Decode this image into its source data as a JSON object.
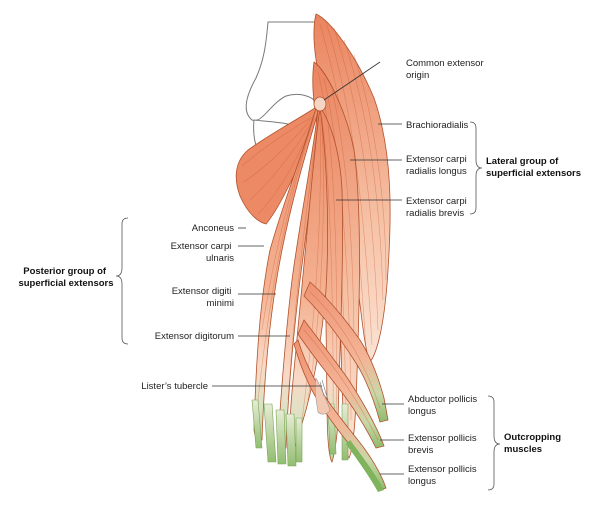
{
  "labels": {
    "common_extensor_origin": [
      "Common extensor",
      "origin"
    ],
    "brachioradialis": [
      "Brachioradialis"
    ],
    "ecr_longus": [
      "Extensor carpi",
      "radialis longus"
    ],
    "ecr_brevis": [
      "Extensor carpi",
      "radialis brevis"
    ],
    "anconeus": [
      "Anconeus"
    ],
    "ec_ulnaris": [
      "Extensor carpi",
      "ulnaris"
    ],
    "ed_minimi": [
      "Extensor digiti",
      "minimi"
    ],
    "ed_digitorum": [
      "Extensor digitorum"
    ],
    "listers_tubercle": [
      "Lister’s tubercle"
    ],
    "abductor_pl": [
      "Abductor pollicis",
      "longus"
    ],
    "ep_brevis": [
      "Extensor pollicis",
      "brevis"
    ],
    "ep_longus": [
      "Extensor pollicis",
      "longus"
    ]
  },
  "groups": {
    "lateral": [
      "Lateral group of",
      "superficial extensors"
    ],
    "posterior": [
      "Posterior group of",
      "superficial extensors"
    ],
    "outcropping": [
      "Outcropping",
      "muscles"
    ]
  },
  "colors": {
    "muscle": "#ec8a66",
    "muscle_light": "#f9d6c2",
    "tendon": "#9bc07e",
    "tendon_dark": "#7aa655",
    "fiber": "#c9572f",
    "leader": "#333333"
  }
}
